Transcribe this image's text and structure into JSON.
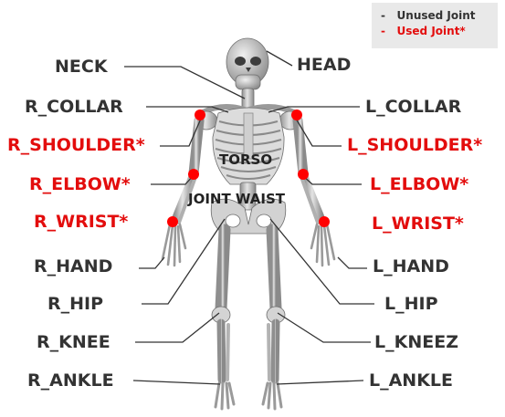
{
  "legend": {
    "unused_marker": "-",
    "unused_text": "Unused Joint",
    "used_marker": "-",
    "used_text": "Used Joint*",
    "unused_color": "#333333",
    "used_color": "#e30d0d"
  },
  "labels": {
    "head": "HEAD",
    "neck": "NECK",
    "r_collar": "R_COLLAR",
    "l_collar": "L_COLLAR",
    "r_shoulder": "R_SHOULDER*",
    "l_shoulder": "L_SHOULDER*",
    "torso": "TORSO",
    "r_elbow": "R_ELBOW*",
    "l_elbow": "L_ELBOW*",
    "joint_waist": "JOINT WAIST",
    "r_wrist": "R_WRIST*",
    "l_wrist": "L_WRIST*",
    "r_hand": "R_HAND",
    "l_hand": "L_HAND",
    "r_hip": "R_HIP",
    "l_hip": "L_HIP",
    "r_knee": "R_KNEE",
    "l_kneez": "L_KNEEZ",
    "r_ankle": "R_ANKLE",
    "l_ankle": "L_ANKLE"
  },
  "used_joints": [
    "r_shoulder",
    "l_shoulder",
    "r_elbow",
    "l_elbow",
    "r_wrist",
    "l_wrist"
  ],
  "joint_marker_color": "#ff0000",
  "bone_color": "#c4c4c4"
}
